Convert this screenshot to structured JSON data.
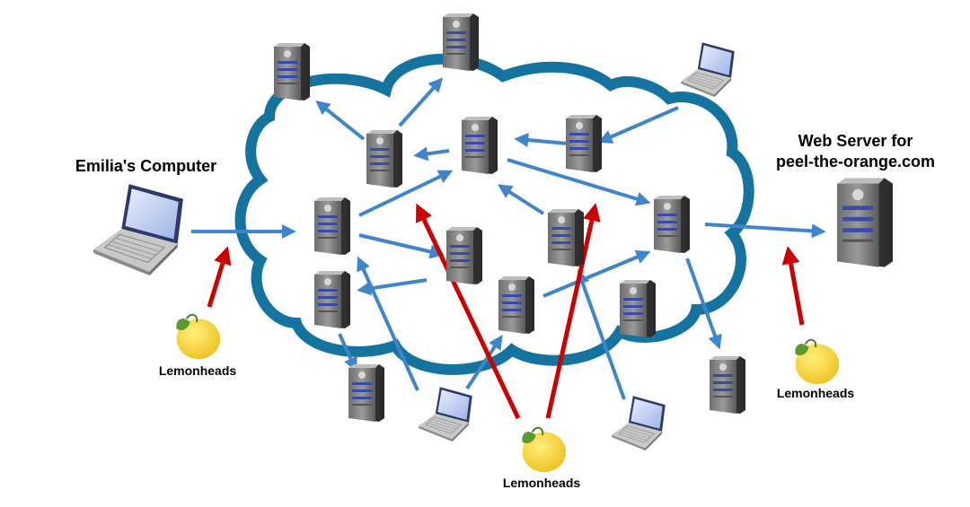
{
  "labels": {
    "client": "Emilia's Computer",
    "server_line1": "Web Server for",
    "server_line2": "peel-the-orange.com",
    "spy_left": "Lemonheads",
    "spy_middle": "Lemonheads",
    "spy_right": "Lemonheads"
  },
  "icons": {
    "laptop": "laptop-icon",
    "server": "server-icon",
    "lemon": "lemon-icon",
    "cloud": "network-cloud"
  },
  "colors": {
    "cloud_stroke": "#15739f",
    "route_arrow": "#3f85cc",
    "attack_arrow": "#cc0000",
    "lemon": "#f3cc2c",
    "leaf": "#5a9a2e"
  }
}
